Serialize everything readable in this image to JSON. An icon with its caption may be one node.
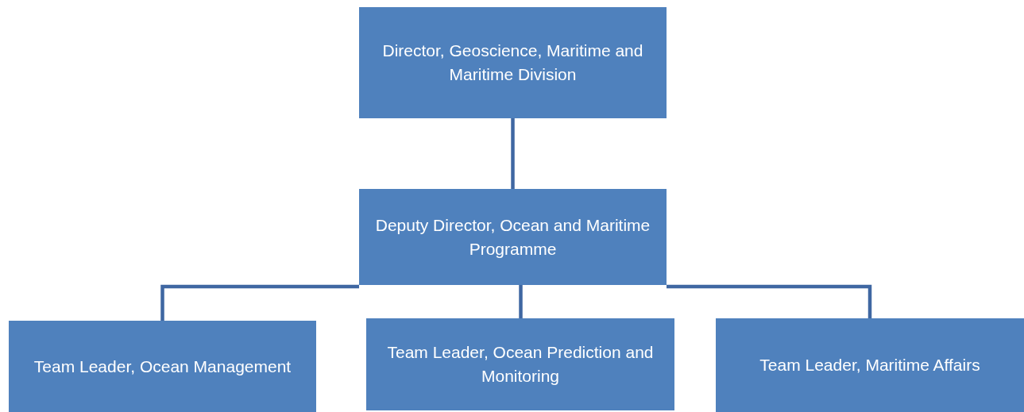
{
  "diagram": {
    "nodes": [
      {
        "text": [
          "Director, Geoscience, Maritime and Maritime Division"
        ]
      },
      {
        "text": [
          "Deputy Director, Ocean and Maritime Programme"
        ]
      },
      {
        "text": [
          "Team Leader, Ocean Management"
        ]
      },
      {
        "text": [
          "Team Leader, Ocean Prediction and Monitoring"
        ]
      },
      {
        "text": [
          "Team Leader, Maritime Affairs"
        ]
      }
    ],
    "edges": [
      {
        "from": 0,
        "to": 1,
        "arrow": "none"
      },
      {
        "from": 1,
        "to": 2,
        "arrow": "none"
      },
      {
        "from": 1,
        "to": 3,
        "arrow": "none"
      },
      {
        "from": 1,
        "to": 4,
        "arrow": "none"
      }
    ]
  }
}
